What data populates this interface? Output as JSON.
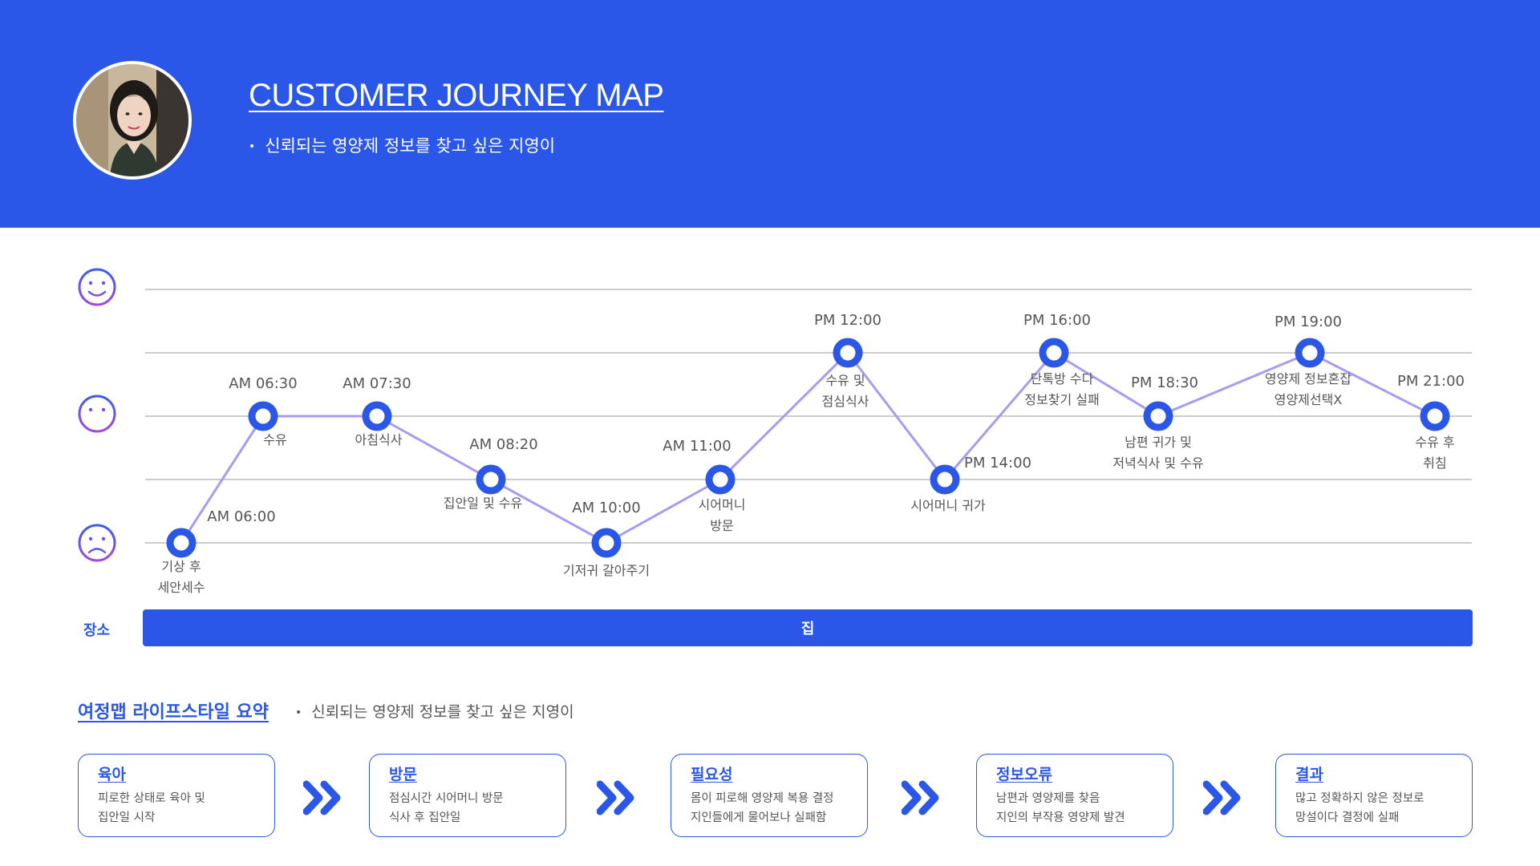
{
  "header": {
    "title": "CUSTOMER JOURNEY MAP",
    "subtitle": "신뢰되는 영양제 정보를 찾고 싶은 지영이"
  },
  "colors": {
    "brand": "#2a57e8",
    "line": "#a89cf2",
    "grid": "#9a9a9a",
    "emoji_gradient_start": "#3a5cf0",
    "emoji_gradient_end": "#a24bd8"
  },
  "chart_data": {
    "type": "line",
    "emotion_levels": [
      "happy",
      "neutral",
      "sad"
    ],
    "ylim": [
      1,
      5
    ],
    "grid": true,
    "points": [
      {
        "time": "AM 06:00",
        "activity": [
          "기상 후",
          "세안세수"
        ],
        "emotion": 1
      },
      {
        "time": "AM 06:30",
        "activity": [
          "수유"
        ],
        "emotion": 3
      },
      {
        "time": "AM 07:30",
        "activity": [
          "아침식사"
        ],
        "emotion": 3
      },
      {
        "time": "AM 08:20",
        "activity": [
          "집안일 및 수유"
        ],
        "emotion": 2
      },
      {
        "time": "AM 10:00",
        "activity": [
          "기저귀 갈아주기"
        ],
        "emotion": 1
      },
      {
        "time": "AM 11:00",
        "activity": [
          "시어머니",
          "방문"
        ],
        "emotion": 2
      },
      {
        "time": "PM 12:00",
        "activity": [
          "수유 및",
          "점심식사"
        ],
        "emotion": 4
      },
      {
        "time": "PM 14:00",
        "activity": [
          "시어머니 귀가"
        ],
        "emotion": 2
      },
      {
        "time": "PM 16:00",
        "activity": [
          "단톡방 수다",
          "정보찾기 실패"
        ],
        "emotion": 4
      },
      {
        "time": "PM 18:30",
        "activity": [
          "남편 귀가 및",
          "저녁식사 및 수유"
        ],
        "emotion": 3
      },
      {
        "time": "PM 19:00",
        "activity": [
          "영양제 정보혼잡",
          "영양제선택X"
        ],
        "emotion": 4
      },
      {
        "time": "PM 21:00",
        "activity": [
          "수유 후",
          "취침"
        ],
        "emotion": 3
      }
    ]
  },
  "place": {
    "label": "장소",
    "value": "집"
  },
  "summary": {
    "title": "여정맵 라이프스타일 요약",
    "subtitle": "신뢰되는 영양제 정보를 찾고 싶은 지영이",
    "cards": [
      {
        "title": "육아",
        "lines": [
          "피로한 상태로 육아 및",
          "집안일 시작"
        ]
      },
      {
        "title": "방문",
        "lines": [
          "점심시간 시어머니 방문",
          "식사 후 집안일"
        ]
      },
      {
        "title": "필요성",
        "lines": [
          "몸이 피로해 영양제 복용 결정",
          "지인들에게 물어보나 실패함"
        ]
      },
      {
        "title": "정보오류",
        "lines": [
          "남편과 영양제를 찾음",
          "지인의 부작용 영양제 발견"
        ]
      },
      {
        "title": "결과",
        "lines": [
          "많고 정확하지 않은 정보로",
          "망설이다 결정에 실패"
        ]
      }
    ]
  },
  "icons": {
    "happy": "smile-face-icon",
    "neutral": "neutral-face-icon",
    "sad": "sad-face-icon",
    "arrow": "double-chevron-right-icon"
  }
}
